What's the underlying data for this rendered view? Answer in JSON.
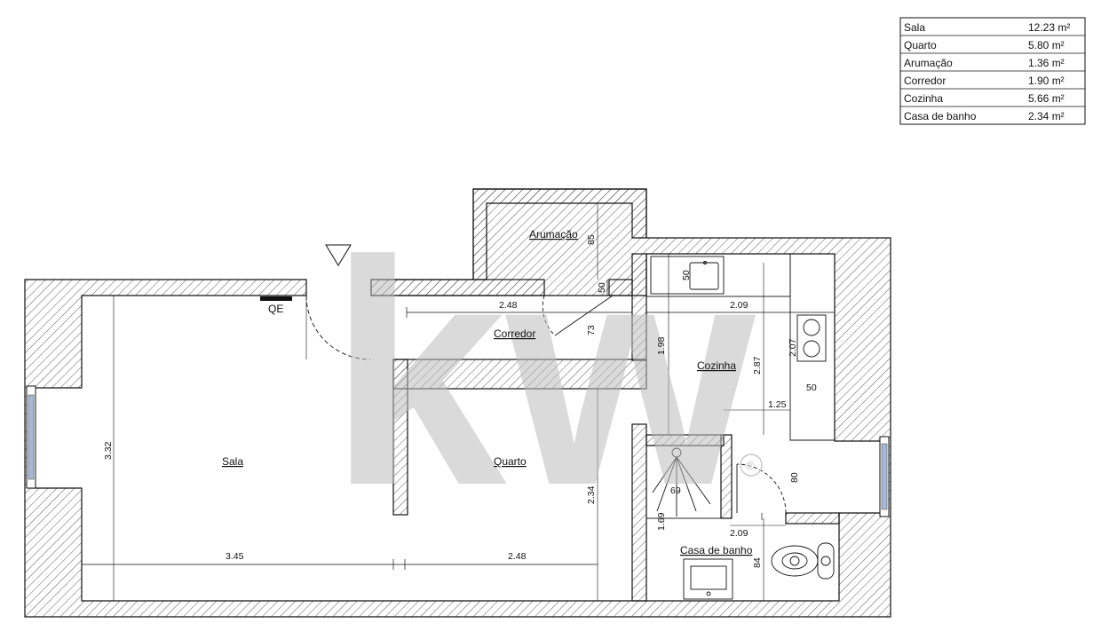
{
  "area_table": {
    "rows": [
      {
        "room": "Sala",
        "area": "12.23 m²"
      },
      {
        "room": "Quarto",
        "area": "5.80 m²"
      },
      {
        "room": "Arumação",
        "area": "1.36 m²"
      },
      {
        "room": "Corredor",
        "area": "1.90 m²"
      },
      {
        "room": "Cozinha",
        "area": "5.66 m²"
      },
      {
        "room": "Casa de banho",
        "area": "2.34 m²"
      }
    ]
  },
  "rooms": {
    "sala": "Sala",
    "quarto": "Quarto",
    "arumacao": "Arumação",
    "corredor": "Corredor",
    "cozinha": "Cozinha",
    "casa_de_banho": "Casa de banho"
  },
  "labels": {
    "electrical_panel": "QE",
    "watermark": "kw",
    "registered_mark": "®"
  },
  "dimensions": {
    "sala_width": "3.45",
    "sala_height": "3.32",
    "quarto_width": "2.48",
    "quarto_height": "2.34",
    "corredor_width": "2.48",
    "corredor_height": "73",
    "arumacao_height": "85",
    "arumacao_door": "50",
    "cozinha_width": "2.09",
    "cozinha_height": "2.87",
    "cozinha_left_height": "1.98",
    "stove_height": "2.07",
    "counter_depth": "50",
    "cozinha_mid_width": "1.25",
    "door_width": "80",
    "bath_width": "2.09",
    "shower_width": "69",
    "shower_height": "1.69",
    "bath_height": "84"
  }
}
